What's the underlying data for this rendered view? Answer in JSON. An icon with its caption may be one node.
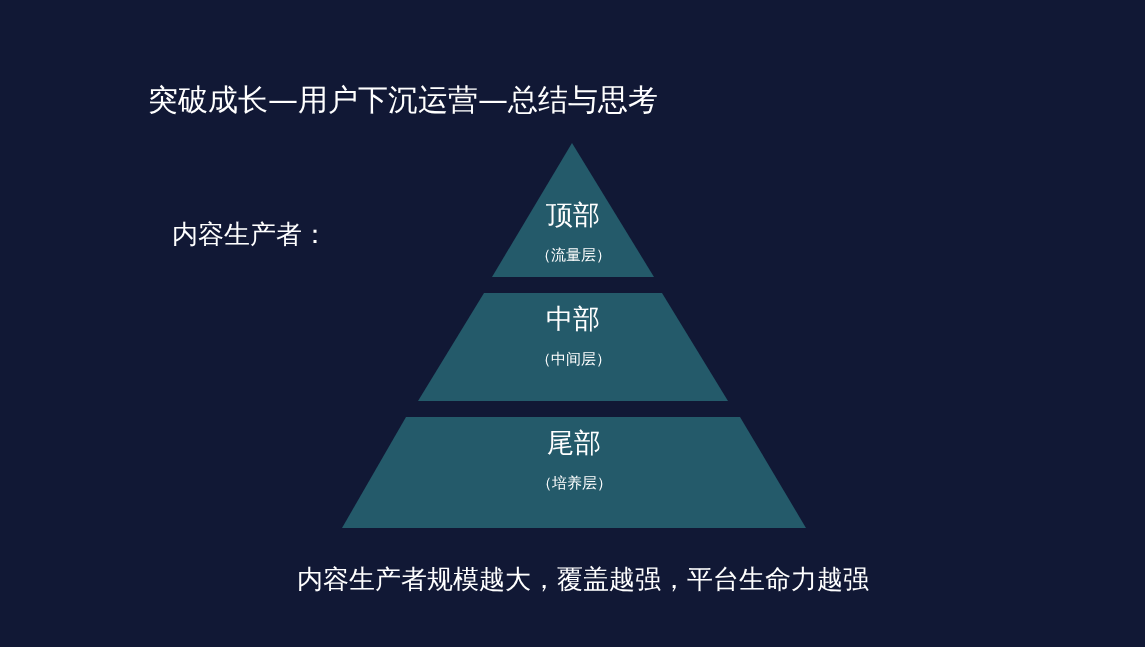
{
  "diagram": {
    "title": "突破成长—用户下沉运营—总结与思考",
    "nodes": [
      {
        "text": [
          "顶部",
          "（流量层）"
        ]
      },
      {
        "text": [
          "中部",
          "（中间层）"
        ]
      },
      {
        "text": [
          "尾部",
          "（培养层）"
        ]
      }
    ],
    "labels": [
      "内容生产者：",
      "内容生产者规模越大，覆盖越强，平台生命力越强"
    ]
  }
}
